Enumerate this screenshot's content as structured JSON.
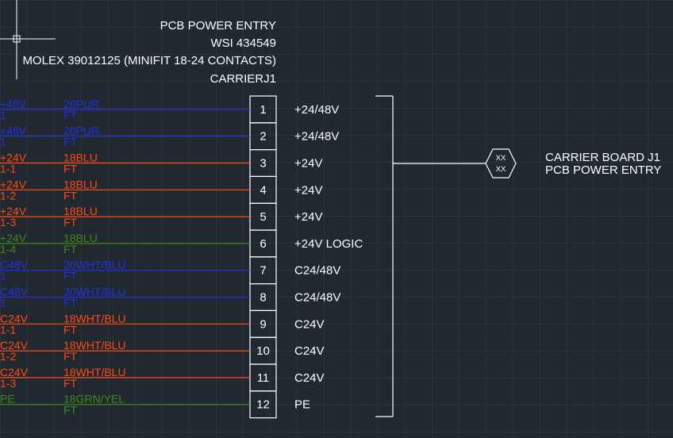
{
  "header": {
    "line1": "PCB POWER ENTRY",
    "line2": "WSI 434549",
    "line3": "MOLEX 39012125 (MINIFIT 18-24 CONTACTS)",
    "line4": "CARRIERJ1"
  },
  "colors": {
    "background": "#212830",
    "grid": "#2b323b",
    "white": "#ffffff",
    "blue": "#2230e6",
    "orange": "#ff4a12",
    "green": "#3d8a16"
  },
  "pins": [
    {
      "num": "1",
      "label": "+24/48V",
      "sig": "+48V",
      "sub": "1",
      "wire": "20PUR",
      "ft": "FT",
      "color": "blue"
    },
    {
      "num": "2",
      "label": "+24/48V",
      "sig": "+48V",
      "sub": "1",
      "wire": "20PUR",
      "ft": "FT",
      "color": "blue"
    },
    {
      "num": "3",
      "label": "+24V",
      "sig": "+24V",
      "sub": "1-1",
      "wire": "18BLU",
      "ft": "FT",
      "color": "orange"
    },
    {
      "num": "4",
      "label": "+24V",
      "sig": "+24V",
      "sub": "1-2",
      "wire": "18BLU",
      "ft": "FT",
      "color": "orange"
    },
    {
      "num": "5",
      "label": "+24V",
      "sig": "+24V",
      "sub": "1-3",
      "wire": "18BLU",
      "ft": "FT",
      "color": "orange"
    },
    {
      "num": "6",
      "label": "+24V LOGIC",
      "sig": "+24V",
      "sub": "1-4",
      "wire": "18BLU",
      "ft": "FT",
      "color": "green"
    },
    {
      "num": "7",
      "label": "C24/48V",
      "sig": "C48V",
      "sub": "1",
      "wire": "20WHT/BLU",
      "ft": "FT",
      "color": "blue"
    },
    {
      "num": "8",
      "label": "C24/48V",
      "sig": "C48V",
      "sub": "1",
      "wire": "20WHT/BLU",
      "ft": "FT",
      "color": "blue"
    },
    {
      "num": "9",
      "label": "C24V",
      "sig": "C24V",
      "sub": "1-1",
      "wire": "18WHT/BLU",
      "ft": "FT",
      "color": "orange"
    },
    {
      "num": "10",
      "label": "C24V",
      "sig": "C24V",
      "sub": "1-2",
      "wire": "18WHT/BLU",
      "ft": "FT",
      "color": "orange"
    },
    {
      "num": "11",
      "label": "C24V",
      "sig": "C24V",
      "sub": "1-3",
      "wire": "18WHT/BLU",
      "ft": "FT",
      "color": "orange"
    },
    {
      "num": "12",
      "label": "PE",
      "sig": "PE",
      "sub": "",
      "wire": "18GRN/YEL",
      "ft": "FT",
      "color": "green"
    }
  ],
  "reference": {
    "tag_top": "XX",
    "tag_bottom": "XX",
    "dest_line1": "CARRIER BOARD J1",
    "dest_line2": "PCB POWER ENTRY"
  }
}
